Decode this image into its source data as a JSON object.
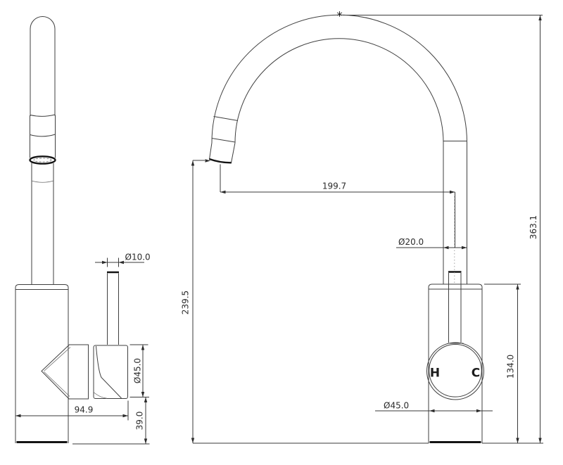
{
  "drawing": {
    "dimensions": {
      "side": {
        "spout_tip_diameter": "Ø10.0",
        "handle_diameter": "Ø45.0",
        "spout_offset": "94.9",
        "base_height": "39.0"
      },
      "front": {
        "spout_reach": "199.7",
        "pipe_diameter": "Ø20.0",
        "overall_height": "363.1",
        "outlet_height": "239.5",
        "body_height": "134.0",
        "body_diameter": "Ø45.0"
      }
    },
    "markers": {
      "apex": "*",
      "hot": "H",
      "cold": "C"
    },
    "colors": {
      "background": "#ffffff",
      "line": "#3f3f3f",
      "text": "#2b2b2b"
    }
  }
}
